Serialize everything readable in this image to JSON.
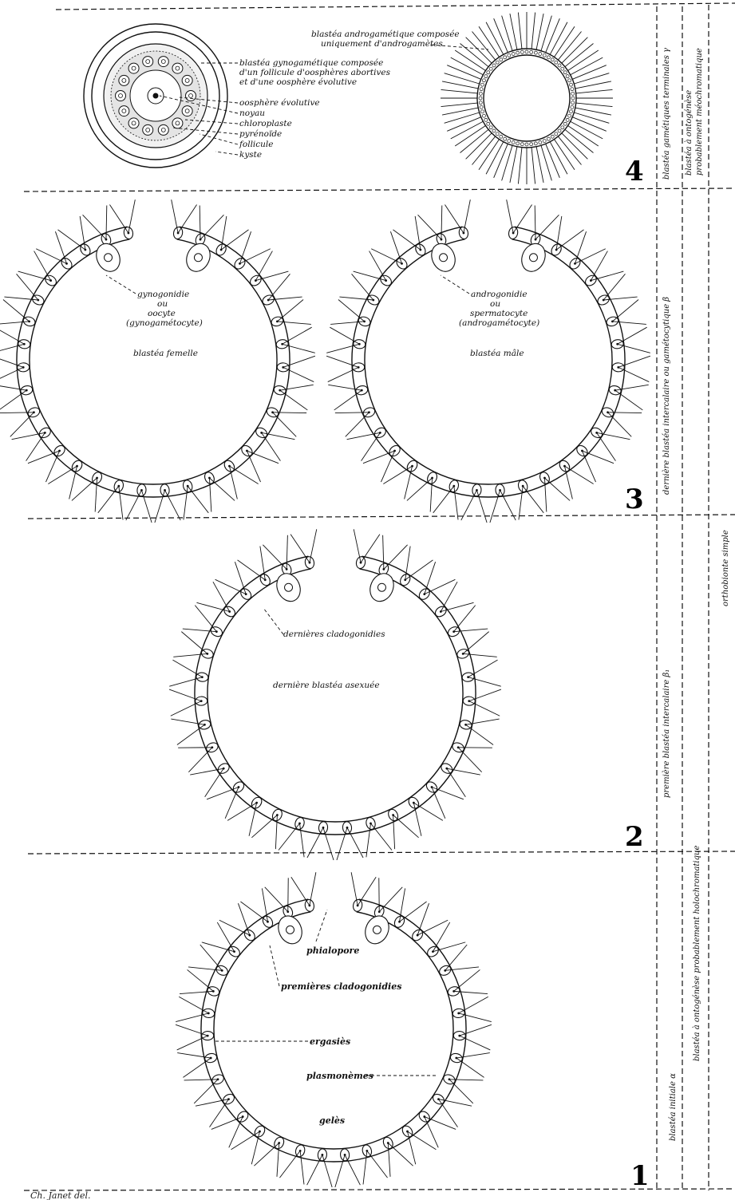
{
  "panels": [
    {
      "number": "4",
      "side_label": "blastéa gamétiques terminales γ",
      "left_labels": [
        "blastéa gynogamétique composée",
        "d'un follicule d'oosphères abortives",
        "et d'une oosphère évolutive",
        "oosphère évolutive",
        "noyau",
        "chloroplaste",
        "pyrénoïde",
        "follicule",
        "kyste"
      ],
      "right_labels": [
        "blastéa androgamétique composée",
        "uniquement d'androgamètes"
      ]
    },
    {
      "number": "3",
      "side_label": "dernière blastéa intercalaire ou gamétocytique β",
      "left_labels": [
        "gynogonidie",
        "ou",
        "oocyte",
        "(gynogamétocyte)",
        "blastéa femelle"
      ],
      "right_labels": [
        "androgonidie",
        "ou",
        "spermatocyte",
        "(androgamétocyte)",
        "blastéa mâle"
      ]
    },
    {
      "number": "2",
      "side_label": "première blastéa intercalaire β₁",
      "labels": [
        "dernières cladogonidies",
        "dernière blastéa asexuée"
      ]
    },
    {
      "number": "1",
      "side_label": "blastéa initiale α",
      "labels": [
        "phialopore",
        "premières cladogonidies",
        "ergasiès",
        "plasmonèmes",
        "gelès"
      ]
    }
  ],
  "outer_columns": {
    "top": [
      "blastéa à ontogénèse",
      "probablement méochromatique"
    ],
    "bottom": "blastéa à ontogénèse probablement holochromatique",
    "far_right": "orthobionte simple"
  },
  "signature": "Ch. Janet del."
}
